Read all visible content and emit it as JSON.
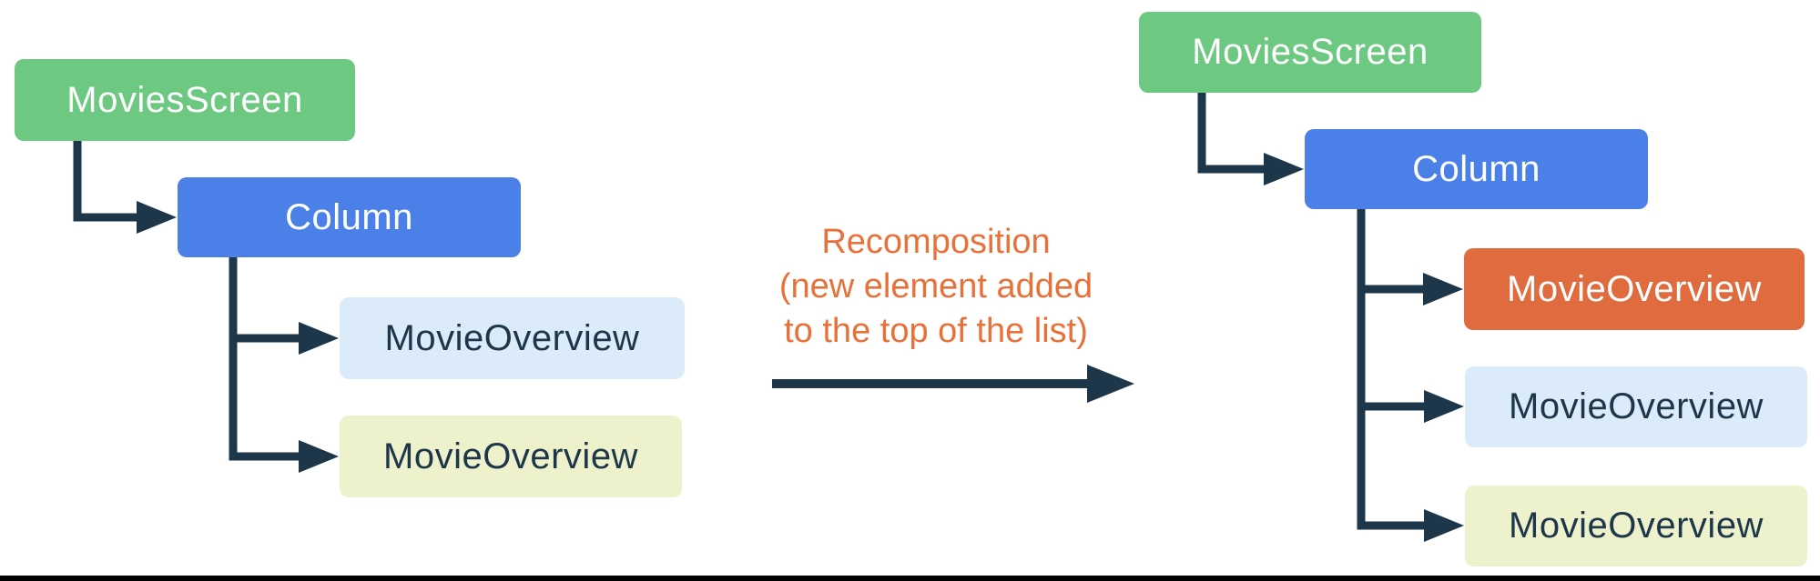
{
  "colors": {
    "green": "#6dc881",
    "blue": "#4a80e8",
    "light-blue": "#dcebfa",
    "yellow": "#edf2cd",
    "orange": "#e06b3e",
    "connector": "#1d3649",
    "caption": "#e8713a",
    "dark-text": "#1d3649"
  },
  "left_tree": {
    "nodes": [
      {
        "id": "moviesscreen",
        "label": "MoviesScreen"
      },
      {
        "id": "column",
        "label": "Column"
      },
      {
        "id": "movieoverview-1",
        "label": "MovieOverview"
      },
      {
        "id": "movieoverview-2",
        "label": "MovieOverview"
      }
    ]
  },
  "transition": {
    "caption_lines": [
      "Recomposition",
      "(new element added",
      "to the top of the list)"
    ]
  },
  "right_tree": {
    "nodes": [
      {
        "id": "moviesscreen",
        "label": "MoviesScreen"
      },
      {
        "id": "column",
        "label": "Column"
      },
      {
        "id": "movieoverview-new",
        "label": "MovieOverview",
        "highlighted": true
      },
      {
        "id": "movieoverview-1",
        "label": "MovieOverview"
      },
      {
        "id": "movieoverview-2",
        "label": "MovieOverview"
      }
    ]
  }
}
